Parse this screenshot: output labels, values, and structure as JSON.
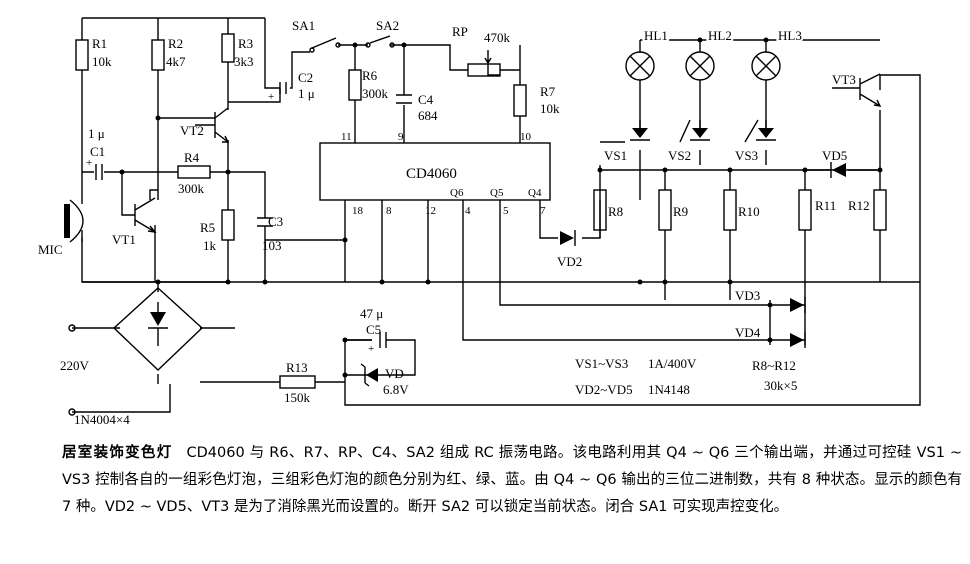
{
  "components": {
    "r1": {
      "ref": "R1",
      "val": "10k"
    },
    "r2": {
      "ref": "R2",
      "val": "4k7"
    },
    "r3": {
      "ref": "R3",
      "val": "3k3"
    },
    "r4": {
      "ref": "R4",
      "val": "300k"
    },
    "r5": {
      "ref": "R5",
      "val": "1k"
    },
    "r6": {
      "ref": "R6",
      "val": "300k"
    },
    "r7": {
      "ref": "R7",
      "val": "10k"
    },
    "r8": {
      "ref": "R8"
    },
    "r9": {
      "ref": "R9"
    },
    "r10": {
      "ref": "R10"
    },
    "r11": {
      "ref": "R11"
    },
    "r12": {
      "ref": "R12"
    },
    "r13": {
      "ref": "R13",
      "val": "150k"
    },
    "c1": {
      "ref": "C1",
      "val": "1 μ"
    },
    "c2": {
      "ref": "C2",
      "val": "1 μ"
    },
    "c3": {
      "ref": "C3",
      "val": "103"
    },
    "c4": {
      "ref": "C4",
      "val": "684"
    },
    "c5": {
      "ref": "C5",
      "val": "47 μ"
    },
    "rp": {
      "ref": "RP",
      "val": "470k"
    },
    "sa1": "SA1",
    "sa2": "SA2",
    "vt1": "VT1",
    "vt2": "VT2",
    "vt3": "VT3",
    "mic": "MIC",
    "hl1": "HL1",
    "hl2": "HL2",
    "hl3": "HL3",
    "vs1": "VS1",
    "vs2": "VS2",
    "vs3": "VS3",
    "vd": {
      "ref": "VD",
      "val": "6.8V"
    },
    "vd2": "VD2",
    "vd3": "VD3",
    "vd4": "VD4",
    "vd5": "VD5",
    "ic": {
      "name": "CD4060",
      "pins_top": [
        "11",
        "9",
        "10"
      ],
      "pins_bottom": [
        "18",
        "8",
        "12",
        "4",
        "5",
        "7"
      ],
      "outputs": [
        "Q6",
        "Q5",
        "Q4"
      ]
    },
    "mains": "220V",
    "bridge": "1N4004×4"
  },
  "specs": [
    {
      "part": "VS1~VS3",
      "value": "1A/400V"
    },
    {
      "part": "VD2~VD5",
      "value": "1N4148"
    },
    {
      "part": "R8~R12",
      "value": "30k×5"
    }
  ],
  "caption": {
    "title": "居室装饰变色灯",
    "body": "CD4060 与 R6、R7、RP、C4、SA2 组成 RC 振荡电路。该电路利用其 Q4 ~ Q6 三个输出端，并通过可控硅 VS1 ~ VS3 控制各自的一组彩色灯泡，三组彩色灯泡的颜色分别为红、绿、蓝。由 Q4 ~ Q6 输出的三位二进制数，共有 8 种状态。显示的颜色有 7 种。VD2 ~ VD5、VT3 是为了消除黑光而设置的。断开 SA2 可以锁定当前状态。闭合 SA1 可实现声控变化。"
  }
}
